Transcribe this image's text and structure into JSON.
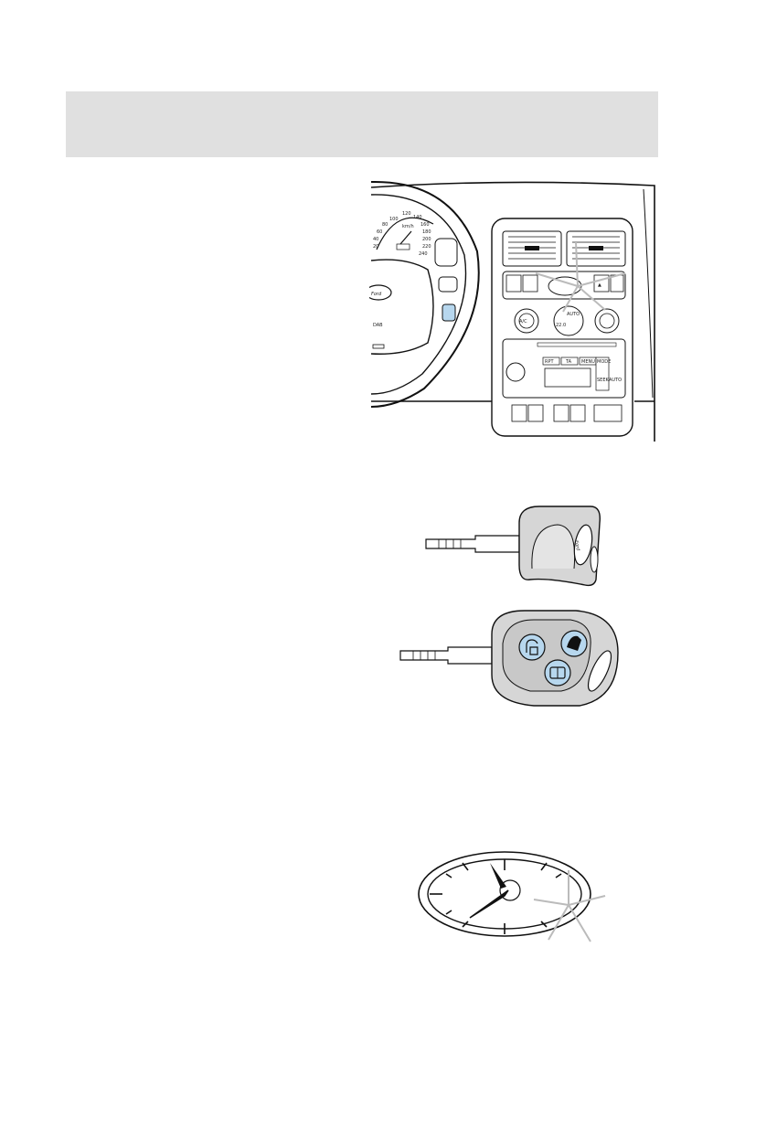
{
  "page": {
    "header_band_color": "#e0e0e0",
    "highlight_color": "#b7d7ee"
  },
  "dashboard": {
    "speedo_ticks": [
      "20",
      "40",
      "60",
      "80",
      "100",
      "120",
      "140",
      "160",
      "180",
      "200",
      "220",
      "240"
    ],
    "speed_unit": "km/h",
    "steering_badge": "DAB",
    "climate_temp": "22.0",
    "climate_buttons": [
      "A/C",
      "AUTO"
    ],
    "radio_buttons": [
      "RPT",
      "TA",
      "MENU",
      "MODE",
      "SEEK",
      "AUTO"
    ]
  },
  "icons": {
    "key": "ford-key-icon",
    "remote": "remote-key-fob-icon",
    "clock": "clock-icon",
    "lock": "lock-icon",
    "unlock": "unlock-icon",
    "trunk": "trunk-release-icon"
  }
}
